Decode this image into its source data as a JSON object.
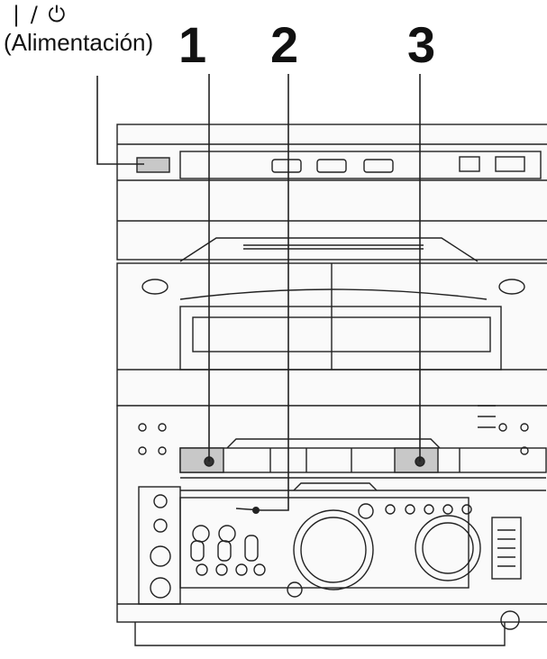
{
  "labels": {
    "power_symbol": "| / ⏻",
    "power_text": "(Alimentación)",
    "callout_1": "1",
    "callout_2": "2",
    "callout_3": "3"
  },
  "colors": {
    "line": "#222222",
    "highlight": "#c8c8c8",
    "panel": "#f4f4f4"
  }
}
